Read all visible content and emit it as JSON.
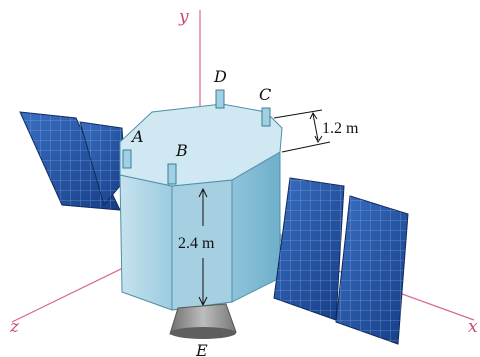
{
  "axes": {
    "y": "y",
    "z": "z",
    "x": "x"
  },
  "points": {
    "A": "A",
    "B": "B",
    "C": "C",
    "D": "D",
    "E": "E"
  },
  "dimensions": {
    "antenna_height": "1.2 m",
    "body_height": "2.4 m"
  },
  "colors": {
    "axis": "#d9668f",
    "body_front": "#a9d3e3",
    "body_side": "#86bfd6",
    "body_top": "#c9e6f0",
    "panel": "#1f4fa0",
    "panel_grid": "#8fb4e6",
    "nozzle": "#9a9a9a"
  },
  "icons": {
    "antenna": "antenna-post-icon"
  }
}
